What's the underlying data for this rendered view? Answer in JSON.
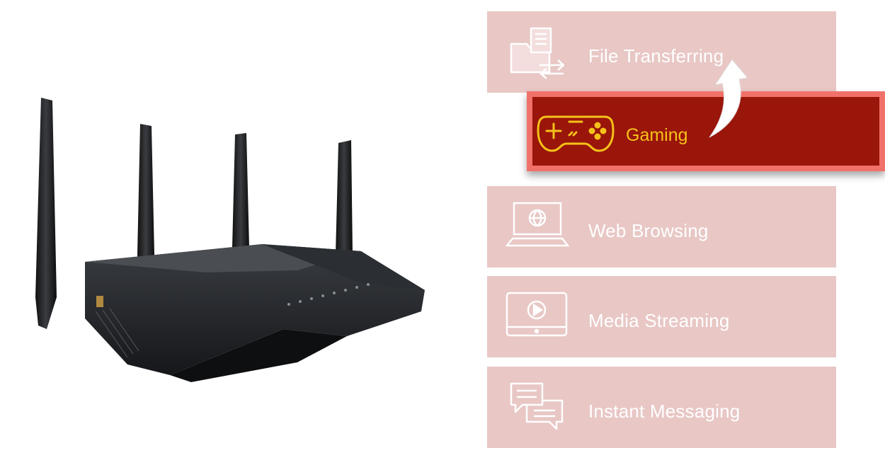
{
  "product_image": {
    "icon": "router-icon"
  },
  "priority_list": {
    "items": [
      {
        "id": "file",
        "label": "File Transferring",
        "icon": "file-transfer-icon",
        "highlighted": false
      },
      {
        "id": "gaming",
        "label": "Gaming",
        "icon": "gamepad-icon",
        "highlighted": true
      },
      {
        "id": "web",
        "label": "Web Browsing",
        "icon": "laptop-globe-icon",
        "highlighted": false
      },
      {
        "id": "media",
        "label": "Media Streaming",
        "icon": "tablet-play-icon",
        "highlighted": false
      },
      {
        "id": "im",
        "label": "Instant Messaging",
        "icon": "chat-bubbles-icon",
        "highlighted": false
      }
    ],
    "arrow_icon": "curved-up-arrow-icon"
  },
  "colors": {
    "row_bg": "#e8c7c5",
    "highlight_bg": "#9a150a",
    "highlight_border": "#f0716a",
    "highlight_text": "#f5c21a",
    "row_text": "#ffffff"
  }
}
